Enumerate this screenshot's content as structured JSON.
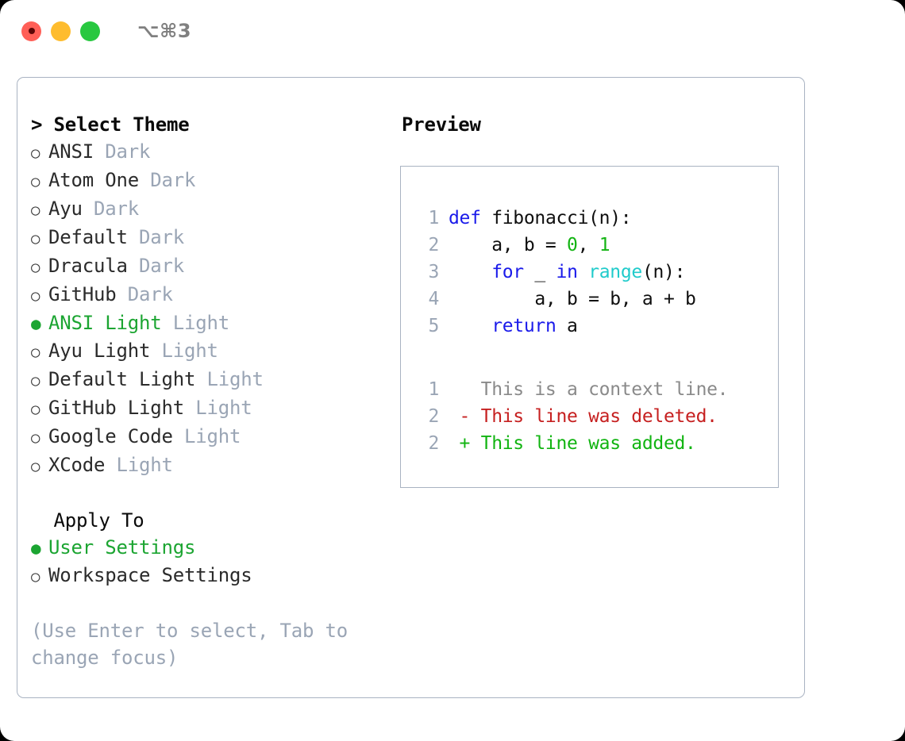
{
  "window": {
    "title": "⌥⌘3",
    "traffic_lights": [
      {
        "name": "close-button",
        "color": "#ff5f57",
        "recording_dot": true
      },
      {
        "name": "minimize-button",
        "color": "#febc2e",
        "recording_dot": false
      },
      {
        "name": "maximize-button",
        "color": "#28c840",
        "recording_dot": false
      }
    ]
  },
  "theme_section": {
    "header": "> Select Theme",
    "items": [
      {
        "bullet": "○",
        "label": "ANSI",
        "suffix": " Dark",
        "selected": false
      },
      {
        "bullet": "○",
        "label": "Atom One",
        "suffix": " Dark",
        "selected": false
      },
      {
        "bullet": "○",
        "label": "Ayu",
        "suffix": " Dark",
        "selected": false
      },
      {
        "bullet": "○",
        "label": "Default",
        "suffix": " Dark",
        "selected": false
      },
      {
        "bullet": "○",
        "label": "Dracula",
        "suffix": " Dark",
        "selected": false
      },
      {
        "bullet": "○",
        "label": "GitHub",
        "suffix": " Dark",
        "selected": false
      },
      {
        "bullet": "●",
        "label": "ANSI Light",
        "suffix": " Light",
        "selected": true
      },
      {
        "bullet": "○",
        "label": "Ayu Light",
        "suffix": " Light",
        "selected": false
      },
      {
        "bullet": "○",
        "label": "Default Light",
        "suffix": " Light",
        "selected": false
      },
      {
        "bullet": "○",
        "label": "GitHub Light",
        "suffix": " Light",
        "selected": false
      },
      {
        "bullet": "○",
        "label": "Google Code",
        "suffix": " Light",
        "selected": false
      },
      {
        "bullet": "○",
        "label": "XCode",
        "suffix": " Light",
        "selected": false
      }
    ]
  },
  "apply_section": {
    "header": "  Apply To",
    "items": [
      {
        "bullet": "●",
        "label": "User Settings",
        "suffix": "",
        "selected": true
      },
      {
        "bullet": "○",
        "label": "Workspace Settings",
        "suffix": "",
        "selected": false
      }
    ]
  },
  "hint": "(Use Enter to select, Tab to change focus)",
  "preview": {
    "title": "Preview",
    "code_lines": [
      {
        "num": "1",
        "tokens": [
          {
            "t": "def",
            "c": "kw"
          },
          {
            "t": " fibonacci(n):",
            "c": "txt"
          }
        ]
      },
      {
        "num": "2",
        "tokens": [
          {
            "t": "    a, b = ",
            "c": "txt"
          },
          {
            "t": "0",
            "c": "num"
          },
          {
            "t": ", ",
            "c": "txt"
          },
          {
            "t": "1",
            "c": "num"
          }
        ]
      },
      {
        "num": "3",
        "tokens": [
          {
            "t": "    ",
            "c": "txt"
          },
          {
            "t": "for",
            "c": "kw"
          },
          {
            "t": " _ ",
            "c": "txt"
          },
          {
            "t": "in",
            "c": "kw"
          },
          {
            "t": " ",
            "c": "txt"
          },
          {
            "t": "range",
            "c": "fn"
          },
          {
            "t": "(n):",
            "c": "txt"
          }
        ]
      },
      {
        "num": "4",
        "tokens": [
          {
            "t": "        a, b = b, a + b",
            "c": "txt"
          }
        ]
      },
      {
        "num": "5",
        "tokens": [
          {
            "t": "    ",
            "c": "txt"
          },
          {
            "t": "return",
            "c": "kw"
          },
          {
            "t": " a",
            "c": "txt"
          }
        ]
      }
    ],
    "diff_lines": [
      {
        "num": "1",
        "tokens": [
          {
            "t": "   This is a context line.",
            "c": "ctx"
          }
        ]
      },
      {
        "num": "2",
        "tokens": [
          {
            "t": " - This line was deleted.",
            "c": "del"
          }
        ]
      },
      {
        "num": "2",
        "tokens": [
          {
            "t": " + This line was added.",
            "c": "add"
          }
        ]
      }
    ]
  },
  "colors": {
    "accent_green": "#1ca532",
    "dim_text": "#9aa5b5",
    "border": "#a9b3c2",
    "keyword_blue": "#1a1aea",
    "function_cyan": "#20cbcb",
    "number_green": "#14b414",
    "diff_delete_red": "#c62020",
    "diff_add_green": "#11b411"
  }
}
